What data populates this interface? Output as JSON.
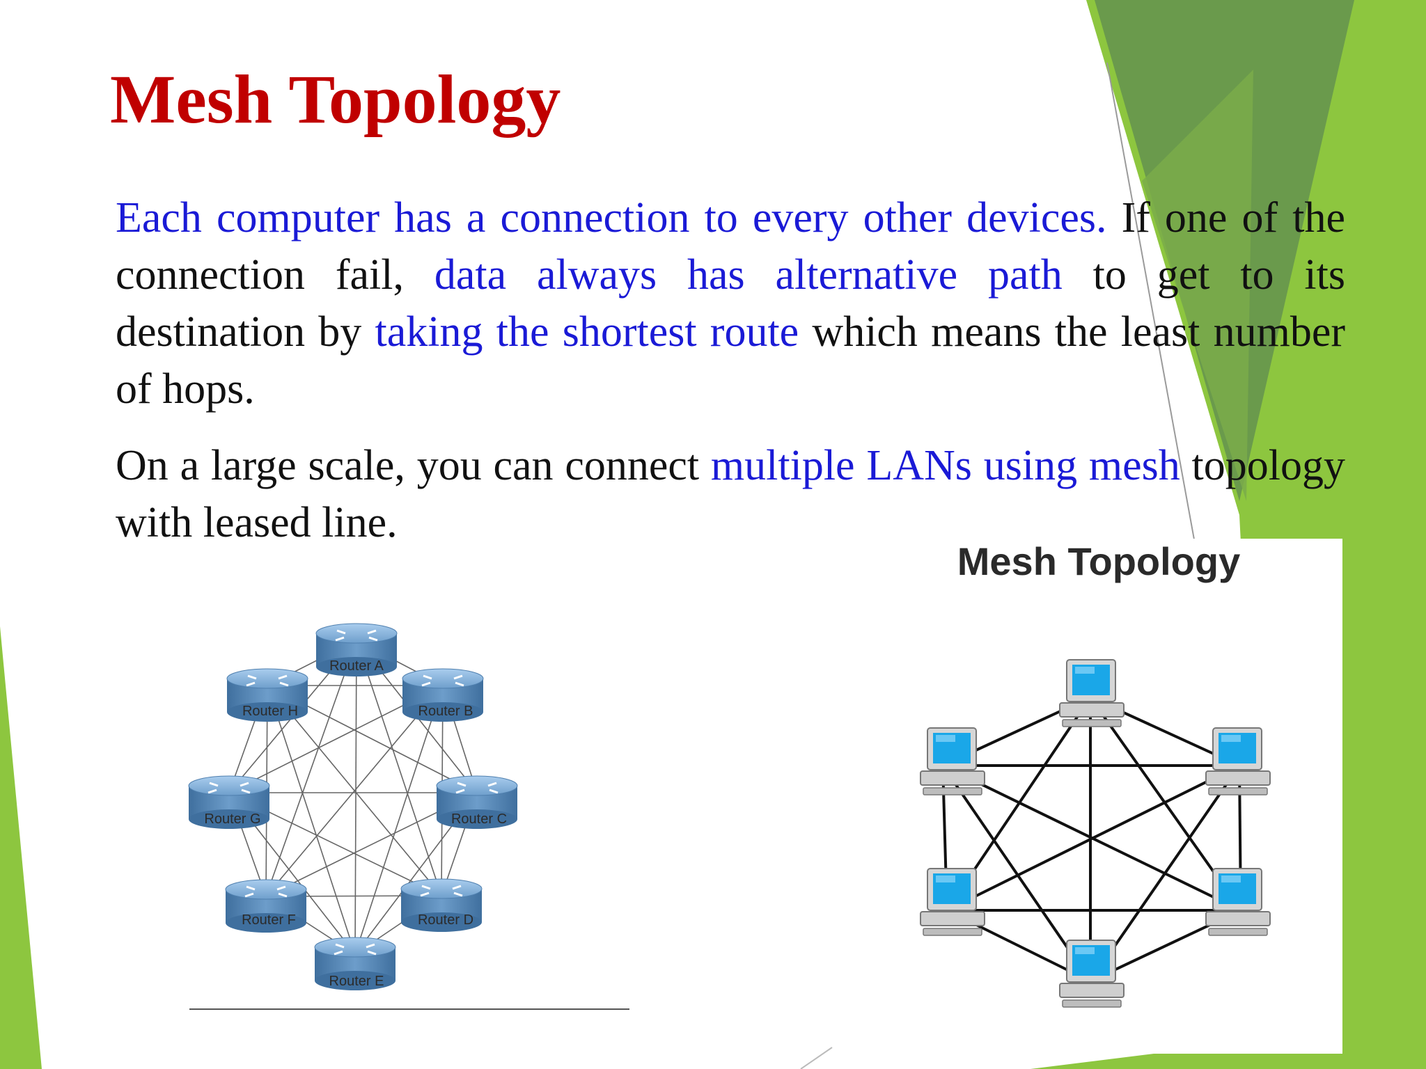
{
  "slide": {
    "title": "Mesh Topology",
    "paragraph1": {
      "s1": "Each computer has a connection to every other devices.",
      "s2": " If one of the connection fail, ",
      "s3": "data always has alternative path",
      "s4": " to get to its destination by ",
      "s5": "taking the shortest route",
      "s6": " which means the least number of hops."
    },
    "paragraph2": {
      "s1": "On a large scale, you can connect ",
      "s2": "multiple LANs using mesh",
      "s3": " topology with leased line."
    }
  },
  "router_diagram": {
    "routers": [
      "Router A",
      "Router B",
      "Router C",
      "Router D",
      "Router E",
      "Router F",
      "Router G",
      "Router H"
    ]
  },
  "pc_diagram": {
    "title": "Mesh Topology",
    "node_count": 6
  },
  "colors": {
    "title": "#c00000",
    "highlight": "#1a1ad6",
    "body_text": "#111111",
    "accent_green": "#8dc63f",
    "dark_green": "#6a9a4c",
    "router_blue": "#5b8fbf"
  }
}
